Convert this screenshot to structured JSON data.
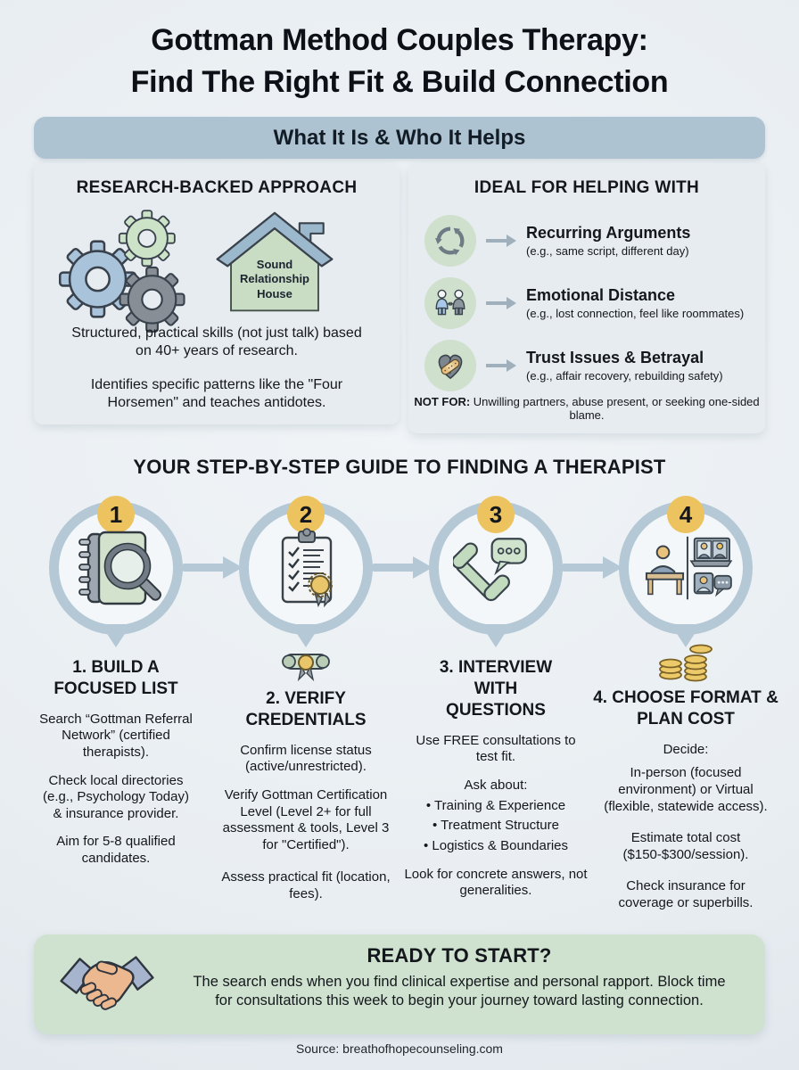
{
  "title": {
    "line1": "Gottman Method Couples Therapy:",
    "line2": "Find The Right Fit & Build Connection"
  },
  "section_header": "What It Is & Who It Helps",
  "research": {
    "heading": "RESEARCH-BACKED APPROACH",
    "gears_icon": "gears-icon",
    "house_icon": "sound-relationship-house-icon",
    "house_label": "Sound Relationship House",
    "para1": "Structured, practical skills (not just talk) based on 40+ years of research.",
    "para2": "Identifies specific patterns like the \"Four Horsemen\" and teaches antidotes."
  },
  "ideal": {
    "heading": "IDEAL FOR HELPING WITH",
    "items": [
      {
        "icon": "cycle-arrows-icon",
        "title": "Recurring Arguments",
        "subtitle": "(e.g., same script, different day)"
      },
      {
        "icon": "people-distance-icon",
        "title": "Emotional Distance",
        "subtitle": "(e.g., lost connection, feel like roommates)"
      },
      {
        "icon": "mended-heart-icon",
        "title": "Trust Issues & Betrayal",
        "subtitle": "(e.g., affair recovery, rebuilding safety)"
      }
    ],
    "not_for_label": "NOT FOR:",
    "not_for_text": "Unwilling partners, abuse present, or seeking one-sided blame."
  },
  "guide": {
    "heading": "YOUR STEP-BY-STEP GUIDE TO FINDING A THERAPIST",
    "steps": [
      {
        "number": "1",
        "icon": "notebook-magnifier-icon",
        "title": "1. BUILD A FOCUSED LIST",
        "paragraphs": [
          "Search “Gottman Referral Network” (certified therapists).",
          "Check local directories (e.g., Psychology Today) & insurance provider.",
          "Aim for 5-8 qualified candidates."
        ]
      },
      {
        "number": "2",
        "icon": "clipboard-award-icon",
        "above_icon": "diploma-scroll-icon",
        "title": "2. VERIFY CREDENTIALS",
        "paragraphs": [
          "Confirm license status (active/unrestricted).",
          "Verify Gottman Certification Level (Level 2+ for full assessment & tools, Level 3 for \"Certified\").",
          "Assess practical fit (location, fees)."
        ]
      },
      {
        "number": "3",
        "icon": "phone-chat-icon",
        "title": "3. INTERVIEW WITH QUESTIONS",
        "paragraphs": [
          "Use FREE consultations to test fit.",
          "Ask about:"
        ],
        "bullets": [
          "• Training & Experience",
          "• Treatment Structure",
          "• Logistics & Boundaries"
        ],
        "closing": "Look for concrete answers, not generalities."
      },
      {
        "number": "4",
        "icon": "inperson-virtual-icon",
        "above_icon": "coins-icon",
        "title": "4. CHOOSE FORMAT & PLAN COST",
        "paragraphs": [
          "Decide:",
          "In-person (focused environment) or Virtual (flexible, statewide access).",
          "Estimate total cost ($150-$300/session).",
          "Check insurance for coverage or superbills."
        ]
      }
    ]
  },
  "cta": {
    "icon": "handshake-icon",
    "heading": "READY TO START?",
    "text": "The search ends when you find clinical expertise and personal rapport. Block time for consultations this week to begin your journey toward lasting connection."
  },
  "source": "Source: breathofhopecounseling.com",
  "colors": {
    "background": "#eaeff3",
    "panel": "#e7ecf0",
    "header_bar": "#aec3d1",
    "accent_green": "#cfe0cc",
    "accent_yellow": "#ecc35e",
    "ring_blue": "#b5c8d6",
    "cta_green": "#cfe1cf",
    "text": "#14181d"
  }
}
